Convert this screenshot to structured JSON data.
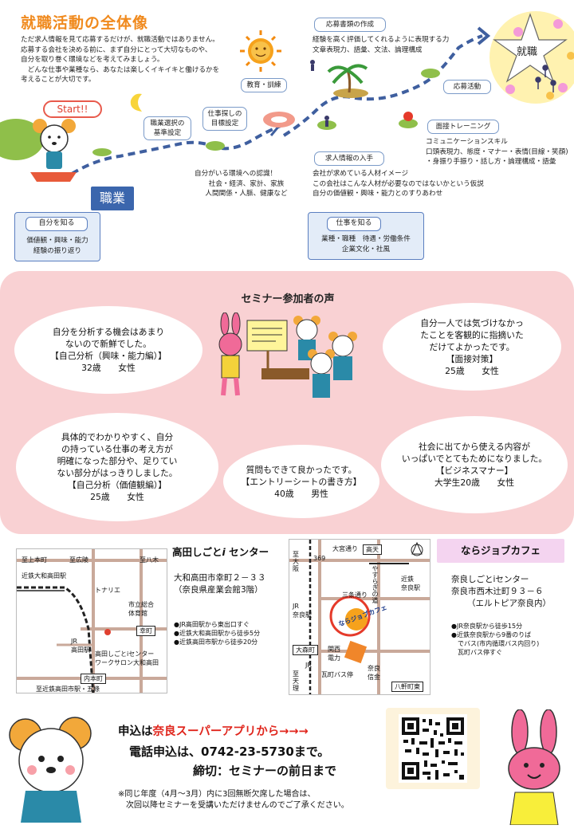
{
  "title": "就職活動の全体像",
  "intro": [
    "ただ求人情報を見て応募するだけが、就職活動ではありません。",
    "応募する会社を決める前に、まず自分にとって大切なものや、",
    "自分を取り巻く環境などを考えてみましょう。",
    "　どんな仕事や業種なら、あなたは楽しくイキイキと働けるかを",
    "考えることが大切です。"
  ],
  "roadmap": {
    "start": "Start!!",
    "job_sign": "職業",
    "goal": "就職",
    "self_know_tab": "自分を知る",
    "self_know_body": [
      "価値観・興味・能力",
      "経験の振り返り"
    ],
    "criteria": [
      "職業選択の",
      "基準設定"
    ],
    "job_search_goal": [
      "仕事探しの",
      "目標設定"
    ],
    "education": "教育・訓練",
    "environment": [
      "自分がいる環境への認識！",
      "社会・経済、家計、家族",
      "人間関係・人脈、健康など"
    ],
    "job_info_tab": "求人情報の入手",
    "job_info_body": [
      "会社が求めている人材イメージ",
      "この会社はこんな人材が必要なのではないかという仮説",
      "自分の価値観・興味・能力とのすりあわせ"
    ],
    "work_know_tab": "仕事を知る",
    "work_know_body": [
      "業種・職種　待遇・労働条件",
      "企業文化・社風"
    ],
    "application_docs_tab": "応募書類の作成",
    "application_docs_body": [
      "経験を高く評価してくれるように表現する力",
      "文章表現力、語彙、文法、論理構成"
    ],
    "applying": "応募活動",
    "interview_tab": "面接トレーニング",
    "interview_body": [
      "コミュニケーションスキル",
      "口頭表現力、態度・マナー・表情(目線・笑顔)",
      "・身振り手振り・話し方・論理構成・語彙"
    ]
  },
  "voices": {
    "title": "セミナー参加者の声",
    "items": [
      {
        "lines": [
          "自分を分析する機会はあまり",
          "ないので新鮮でした。",
          "【自己分析（興味・能力編）】",
          "32歳　　女性"
        ]
      },
      {
        "lines": [
          "自分一人では気づけなかっ",
          "たことを客観的に指摘いた",
          "だけてよかったです。",
          "【面接対策】",
          "25歳　　女性"
        ]
      },
      {
        "lines": [
          "具体的でわかりやすく、自分",
          "の持っている仕事の考え方が",
          "明確になった部分や、足りてい",
          "ない部分がはっきりしました。",
          "【自己分析（価値観編）】",
          "25歳　　女性"
        ]
      },
      {
        "lines": [
          "質問もできて良かったです。",
          "【エントリーシートの書き方】",
          "40歳　　男性"
        ]
      },
      {
        "lines": [
          "社会に出てから使える内容が",
          "いっぱいでとてもためになりました。",
          "【ビジネスマナー】",
          "大学生20歳　　女性"
        ]
      }
    ]
  },
  "takada": {
    "name": "高田しごと",
    "name_i": "i",
    "name_suffix": " センター",
    "address1": "大和高田市幸町２－３３",
    "address2": "（奈良県産業会館3階）",
    "access": [
      "●JR高田駅から東出口すぐ",
      "●近鉄大和高田駅から徒歩5分",
      "●近鉄高田市駅から徒歩20分"
    ],
    "map_labels": {
      "kamimachi": "至上本町",
      "koryo": "至広陵",
      "yagi": "至八木",
      "kintetsu_takada": "近鉄大和高田駅",
      "tonalite": "トナリエ",
      "gym": [
        "市立総合",
        "体育館"
      ],
      "saiwai": "幸町",
      "jr_takada": [
        "JR",
        "高田駅"
      ],
      "center": [
        "高田しごとiセンター",
        "ワークサロン大和高田"
      ],
      "uchihoncho": "内本町",
      "takadashi": "至近鉄高田市駅・五條"
    }
  },
  "nara": {
    "name": "ならジョブカフェ",
    "address1": "奈良しごとiセンター",
    "address2": "奈良市西木辻町９３－６",
    "address3": "（エルトピア奈良内）",
    "access": [
      "●JR奈良駅から徒歩15分",
      "●近鉄奈良駅から9番のりば",
      "　でバス(市内循環バス内回り)",
      "　瓦町バス停すぐ"
    ],
    "map_labels": {
      "omiya": "大宮通り",
      "takaten": "高天",
      "route369": "369",
      "ooi": [
        "至",
        "大",
        "阪"
      ],
      "yasuragi": "やすらぎの道",
      "kintetsu_nara": [
        "近鉄",
        "奈良駅"
      ],
      "sanjo": "三条通り",
      "jr_nara": [
        "JR",
        "奈良駅"
      ],
      "omori": "大森町",
      "kansai_denryoku": [
        "関西",
        "電力"
      ],
      "nara_shinkin": [
        "奈良",
        "信金"
      ],
      "kawaramachi": "瓦町バス停",
      "hachikenmachi": "八軒町東",
      "jr": "JR",
      "tenri": [
        "至",
        "天",
        "理"
      ],
      "logo": "ならジョブカフェ"
    }
  },
  "apply": {
    "line1_prefix": "申込は",
    "line1_red": "奈良スーパーアプリから→→→",
    "line2": "電話申込は、0742-23-5730まで。",
    "line3": "締切：セミナーの前日まで",
    "note": [
      "※同じ年度（4月～3月）内に3回無断欠席した場合は、",
      "　次回以降セミナーを受講いただけませんのでご了承ください。"
    ]
  },
  "colors": {
    "title_orange": "#f08a1e",
    "pink_bg": "#f9d1d3",
    "blue_border": "#5b7fc0",
    "red": "#e0261d"
  }
}
